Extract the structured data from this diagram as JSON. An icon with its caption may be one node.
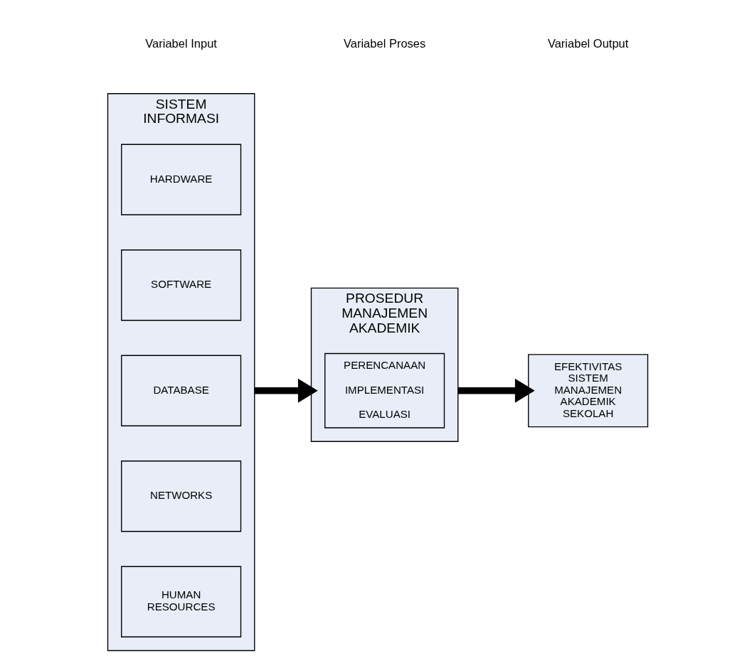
{
  "diagram": {
    "nodes": [
      {
        "text": [
          "SISTEM INFORMASI"
        ]
      },
      {
        "text": [
          "HARDWARE"
        ],
        "in": 0
      },
      {
        "text": [
          "SOFTWARE"
        ],
        "in": 0
      },
      {
        "text": [
          "DATABASE"
        ],
        "in": 0
      },
      {
        "text": [
          "NETWORKS"
        ],
        "in": 0
      },
      {
        "text": [
          "HUMAN RESOURCES"
        ],
        "in": 0
      },
      {
        "text": [
          "PROSEDUR MANAJEMEN AKADEMIK"
        ]
      },
      {
        "text": [
          "PERENCANAAN",
          "IMPLEMENTASI",
          "EVALUASI"
        ],
        "in": 6
      },
      {
        "text": [
          "EFEKTIVITAS SISTEM MANAJEMEN AKADEMIK SEKOLAH"
        ]
      }
    ],
    "edges": [
      {
        "from": 0,
        "to": 6,
        "arrow": "to"
      },
      {
        "from": 6,
        "to": 8,
        "arrow": "to"
      }
    ],
    "labels": [
      "Variabel Input",
      "Variabel Proses",
      "Variabel Output"
    ]
  }
}
